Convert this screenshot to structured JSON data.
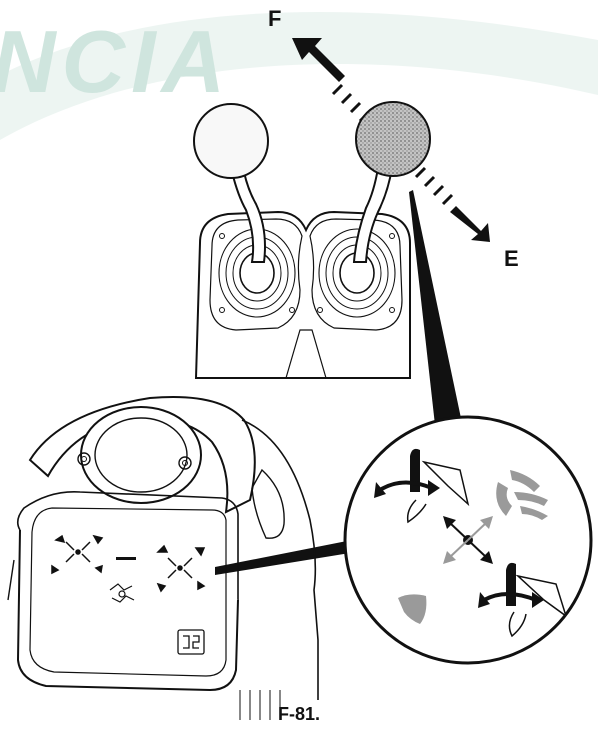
{
  "watermark": {
    "text": "NCIA",
    "color": "#cfe5de"
  },
  "labels": {
    "forward": "F",
    "backward": "E"
  },
  "caption": "F-81.",
  "colors": {
    "line": "#111111",
    "left_knob": "#f8f8f8",
    "right_knob": "#9a9a9a",
    "zoom_icon_gray": "#9a9a9a"
  },
  "icons": {
    "panel_left_group": "four-direction-arrows-icon",
    "panel_right_group": "four-direction-arrows-icon",
    "panel_dash": "dash-icon",
    "panel_bottom": "combined-motion-icon",
    "panel_logo": "brand-logo-icon"
  }
}
